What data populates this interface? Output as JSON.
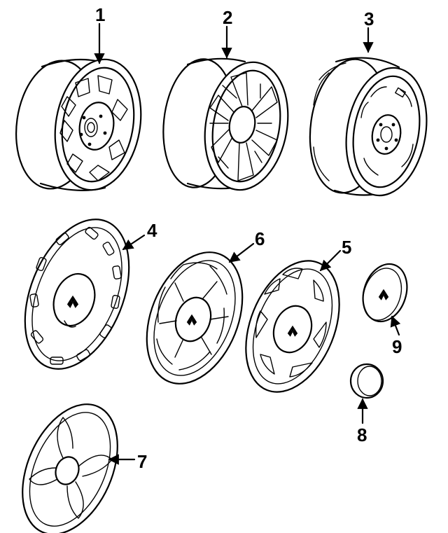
{
  "diagram": {
    "parts": [
      {
        "callout": "1",
        "icon": "steel-wheel-rim-icon"
      },
      {
        "callout": "2",
        "icon": "alloy-wheel-rim-icon"
      },
      {
        "callout": "3",
        "icon": "wheel-rim-icon"
      },
      {
        "callout": "4",
        "icon": "wheel-cover-icon"
      },
      {
        "callout": "5",
        "icon": "wheel-cover-icon"
      },
      {
        "callout": "6",
        "icon": "wheel-cover-icon"
      },
      {
        "callout": "7",
        "icon": "wheel-cover-icon"
      },
      {
        "callout": "8",
        "icon": "center-cap-icon"
      },
      {
        "callout": "9",
        "icon": "hub-cap-icon"
      }
    ]
  }
}
